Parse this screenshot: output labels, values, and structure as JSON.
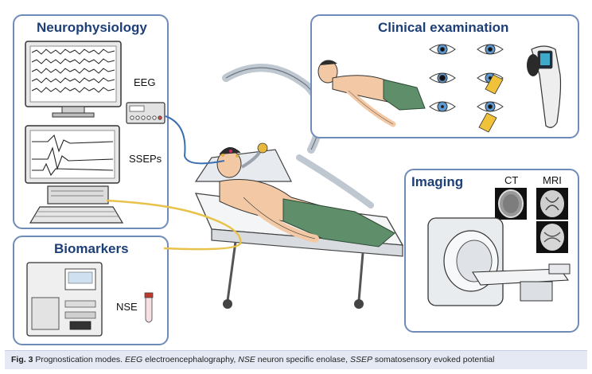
{
  "panels": {
    "neurophysiology": {
      "title": "Neurophysiology",
      "eeg_label": "EEG",
      "ssep_label": "SSEPs"
    },
    "clinical_examination": {
      "title": "Clinical examination"
    },
    "biomarkers": {
      "title": "Biomarkers",
      "nse_label": "NSE"
    },
    "imaging": {
      "title": "Imaging",
      "ct_label": "CT",
      "mri_label": "MRI"
    }
  },
  "caption": {
    "fig_label": "Fig. 3",
    "lead": "Prognostication modes.",
    "abbr1": "EEG",
    "def1": "electroencephalography,",
    "abbr2": "NSE",
    "def2": "neuron specific enolase,",
    "abbr3": "SSEP",
    "def3": "somatosensory evoked potential"
  },
  "colors": {
    "panel_border": "#6f8bb8",
    "title_text": "#1c3f78",
    "sheet_green": "#5f8f6a",
    "skin": "#f3c9a5",
    "cable_yellow": "#e8c24a",
    "cable_blue": "#3b6fb0",
    "caption_bg": "#e4e9f3"
  }
}
